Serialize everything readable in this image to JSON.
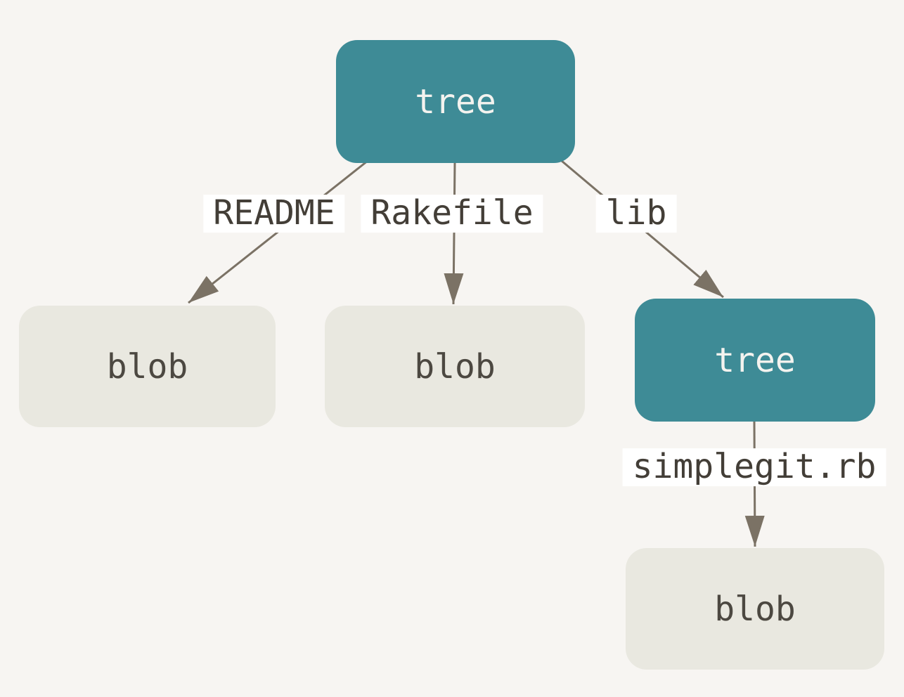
{
  "diagram": {
    "kind": "git-object-tree",
    "colors": {
      "background": "#f7f5f2",
      "tree_fill": "#3e8b96",
      "tree_text": "#f4f3ef",
      "blob_fill": "#e9e8e0",
      "blob_text": "#4c4841",
      "edge": "#7b7265",
      "edge_label_text": "#433e37",
      "edge_label_bg": "#ffffff"
    },
    "nodes": [
      {
        "id": "tree-root",
        "type": "tree",
        "label": "tree"
      },
      {
        "id": "blob-readme",
        "type": "blob",
        "label": "blob"
      },
      {
        "id": "blob-rakefile",
        "type": "blob",
        "label": "blob"
      },
      {
        "id": "tree-lib",
        "type": "tree",
        "label": "tree"
      },
      {
        "id": "blob-simplegit",
        "type": "blob",
        "label": "blob"
      }
    ],
    "edges": [
      {
        "from": "tree-root",
        "to": "blob-readme",
        "label": "README"
      },
      {
        "from": "tree-root",
        "to": "blob-rakefile",
        "label": "Rakefile"
      },
      {
        "from": "tree-root",
        "to": "tree-lib",
        "label": "lib"
      },
      {
        "from": "tree-lib",
        "to": "blob-simplegit",
        "label": "simplegit.rb"
      }
    ]
  }
}
